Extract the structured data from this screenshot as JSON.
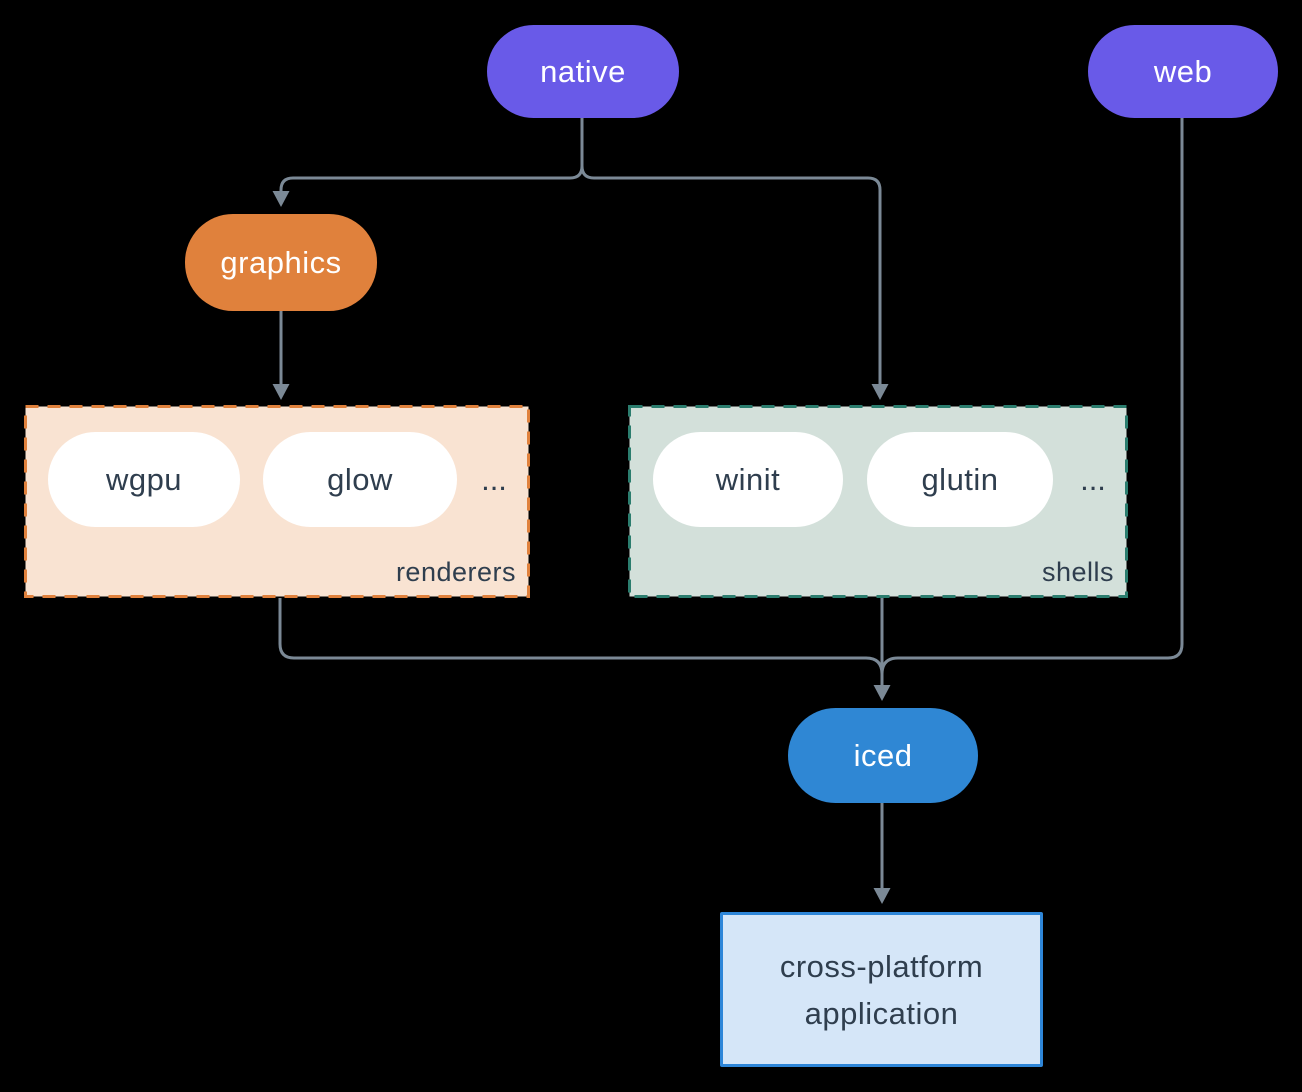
{
  "nodes": {
    "native": "native",
    "web": "web",
    "graphics": "graphics",
    "iced": "iced",
    "application": "cross-platform application"
  },
  "groups": {
    "renderers": {
      "caption": "renderers",
      "items": [
        "wgpu",
        "glow"
      ],
      "more": "..."
    },
    "shells": {
      "caption": "shells",
      "items": [
        "winit",
        "glutin"
      ],
      "more": "..."
    }
  },
  "colors": {
    "bg": "#000000",
    "purple": "#695ae8",
    "orange": "#e0813c",
    "blue": "#2f87d4",
    "peach": "#f9e3d2",
    "sage": "#d3e0da",
    "teal": "#2b7d6e",
    "white": "#ffffff",
    "ink": "#2f3e4e",
    "line": "#7b8996",
    "app-fill": "#d5e6f8",
    "app-border": "#2e86d8"
  }
}
